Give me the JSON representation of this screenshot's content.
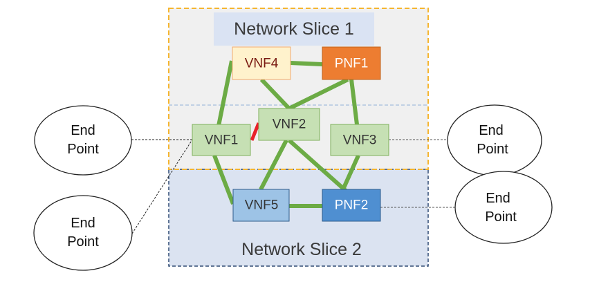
{
  "slices": [
    {
      "id": "slice1",
      "title": "Network Slice 1"
    },
    {
      "id": "slice2",
      "title": "Network Slice 2"
    }
  ],
  "nodes": {
    "vnf4": "VNF4",
    "pnf1": "PNF1",
    "vnf1": "VNF1",
    "vnf2": "VNF2",
    "vnf3": "VNF3",
    "vnf5": "VNF5",
    "pnf2": "PNF2"
  },
  "endpoints": {
    "ep_left_top": [
      "End",
      "Point"
    ],
    "ep_left_bottom": [
      "End",
      "Point"
    ],
    "ep_right_top": [
      "End",
      "Point"
    ],
    "ep_right_bottom": [
      "End",
      "Point"
    ]
  },
  "links": [
    [
      "VNF4",
      "PNF1"
    ],
    [
      "VNF4",
      "VNF1"
    ],
    [
      "VNF4",
      "VNF2"
    ],
    [
      "PNF1",
      "VNF2"
    ],
    [
      "PNF1",
      "VNF3"
    ],
    [
      "VNF1",
      "VNF5"
    ],
    [
      "VNF2",
      "VNF5"
    ],
    [
      "VNF2",
      "PNF2"
    ],
    [
      "VNF3",
      "PNF2"
    ],
    [
      "VNF5",
      "PNF2"
    ]
  ],
  "broken_link": [
    "VNF1",
    "VNF2"
  ],
  "colors": {
    "slice1_border": "#f5b530",
    "slice2_border": "#2f4a73",
    "link": "#6cab45",
    "broken_link": "#e8212b",
    "vnf_green": "#c6e0b4",
    "vnf4_fill": "#fff2cc",
    "pnf1_fill": "#ed7d31",
    "vnf5_fill": "#9dc3e6",
    "pnf2_fill": "#4f8fd1"
  }
}
